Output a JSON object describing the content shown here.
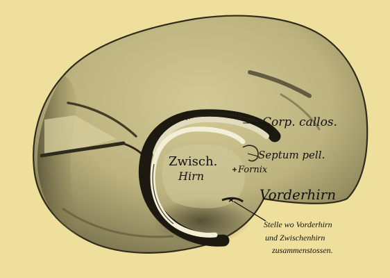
{
  "diagram": {
    "labels": {
      "corpus_callosum": "Corp. callos.",
      "septum": "Septum pell.",
      "zwischenhirn_line1": "Zwisch.",
      "zwischenhirn_line2": "Hirn",
      "fornix": "Fornix",
      "vorderhirn": "Vorderhirn"
    },
    "annotation": {
      "line1": "Stelle wo Vorderhirn",
      "line2": "und Zwischenhirn",
      "line3": "zusammenstossen."
    },
    "colors": {
      "paper": "#efdf9c",
      "tissue_light": "#cbc18d",
      "tissue_mid": "#a69e6c",
      "tissue_dark": "#3f3a26",
      "ink": "#111111"
    }
  }
}
